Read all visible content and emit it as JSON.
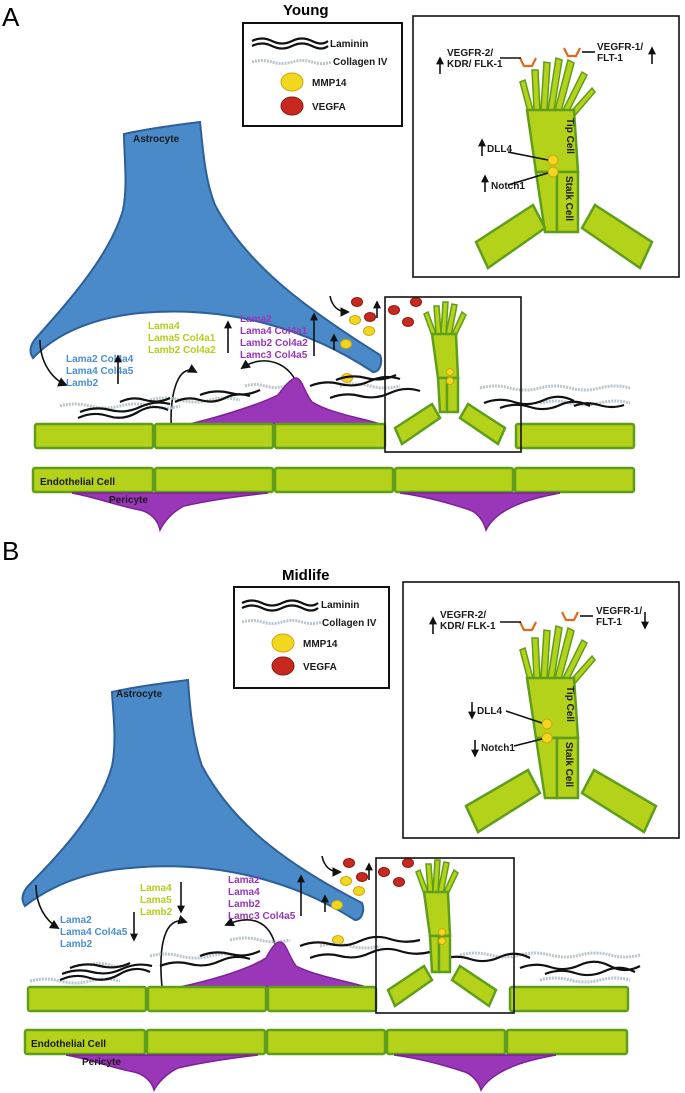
{
  "panels": [
    {
      "letter": "A",
      "title": "Young",
      "legend": {
        "laminin": "Laminin",
        "collagen": "Collagen IV",
        "mmp14": "MMP14",
        "vegfa": "VEGFA"
      },
      "astrocyte_label": "Astrocyte",
      "endothelial_label": "Endothelial Cell",
      "pericyte_label": "Pericyte",
      "blue_genes": [
        "Lama2 Col4a4",
        "Lama4 Col4a5",
        "Lamb2"
      ],
      "yellow_genes": [
        "Lama4",
        "Lama5 Col4a1",
        "Lamb2 Col4a2"
      ],
      "purple_genes": [
        "Lama2",
        "Lama4 Col4a1",
        "Lamb2 Col4a2",
        "Lamc3 Col4a5"
      ],
      "inset": {
        "vegfr2": [
          "VEGFR-2/",
          "KDR/ FLK-1"
        ],
        "vegfr1": [
          "VEGFR-1/",
          "FLT-1"
        ],
        "tip_cell": "Tip Cell",
        "stalk_cell": "Stalk Cell",
        "dll4": "DLL4",
        "notch1": "Notch1"
      },
      "trends": {
        "blue": "up",
        "yellow": "up",
        "purple": "up",
        "mmp14": "up",
        "vegfa": "up",
        "vegfr2": "up",
        "vegfr1": "up",
        "dll4": "up",
        "notch1": "up"
      }
    },
    {
      "letter": "B",
      "title": "Midlife",
      "legend": {
        "laminin": "Laminin",
        "collagen": "Collagen IV",
        "mmp14": "MMP14",
        "vegfa": "VEGFA"
      },
      "astrocyte_label": "Astrocyte",
      "endothelial_label": "Endothelial Cell",
      "pericyte_label": "Pericyte",
      "blue_genes": [
        "Lama2",
        "Lama4 Col4a5",
        "Lamb2"
      ],
      "yellow_genes": [
        "Lama4",
        "Lama5",
        "Lamb2"
      ],
      "purple_genes": [
        "Lama2",
        "Lama4",
        "Lamb2",
        "Lamc3 Col4a5"
      ],
      "inset": {
        "vegfr2": [
          "VEGFR-2/",
          "KDR/ FLK-1"
        ],
        "vegfr1": [
          "VEGFR-1/",
          "FLT-1"
        ],
        "tip_cell": "Tip Cell",
        "stalk_cell": "Stalk Cell",
        "dll4": "DLL4",
        "notch1": "Notch1"
      },
      "trends": {
        "blue": "down",
        "yellow": "down",
        "purple": "up",
        "mmp14": "up",
        "vegfa": "up",
        "vegfr2": "up",
        "vegfr1": "down",
        "dll4": "down",
        "notch1": "down"
      }
    }
  ]
}
